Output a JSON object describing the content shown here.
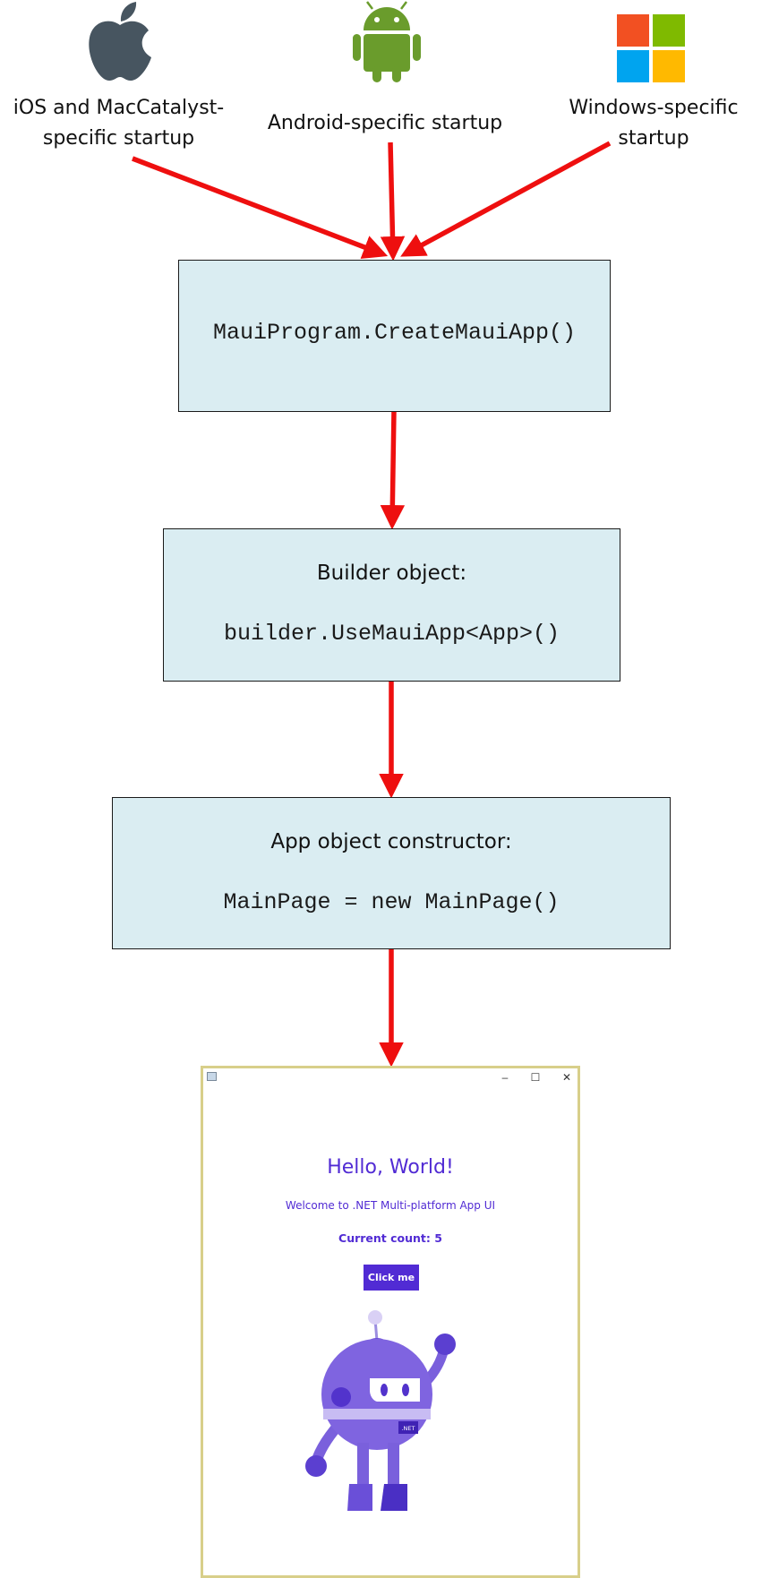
{
  "platforms": [
    {
      "label_lines": [
        "iOS and MacCatalyst-",
        "specific startup"
      ],
      "icon": "apple-icon"
    },
    {
      "label_lines": [
        "Android-specific startup"
      ],
      "icon": "android-icon"
    },
    {
      "label_lines": [
        "Windows-specific",
        "startup"
      ],
      "icon": "windows-icon"
    }
  ],
  "boxes": {
    "maui_program": {
      "code": "MauiProgram.CreateMauiApp()"
    },
    "builder": {
      "title": "Builder object:",
      "code": "builder.UseMauiApp<App>()"
    },
    "app_ctor": {
      "title": "App object constructor:",
      "code": "MainPage = new MainPage()"
    }
  },
  "app_window": {
    "controls": [
      "–",
      "☐",
      "✕"
    ],
    "heading": "Hello, World!",
    "subtitle": "Welcome to .NET Multi-platform App UI",
    "counter": "Current count: 5",
    "button_label": "Click me",
    "badge": ".NET"
  },
  "colors": {
    "arrow": "#ee0f0f",
    "box_fill": "#daedf2",
    "accent": "#512bd4",
    "window_border": "#d8cf8a",
    "apple": "#475560",
    "android": "#6a9c2c",
    "win_red": "#f25022",
    "win_green": "#7fba00",
    "win_blue": "#00a4ef",
    "win_yellow": "#ffb900"
  }
}
